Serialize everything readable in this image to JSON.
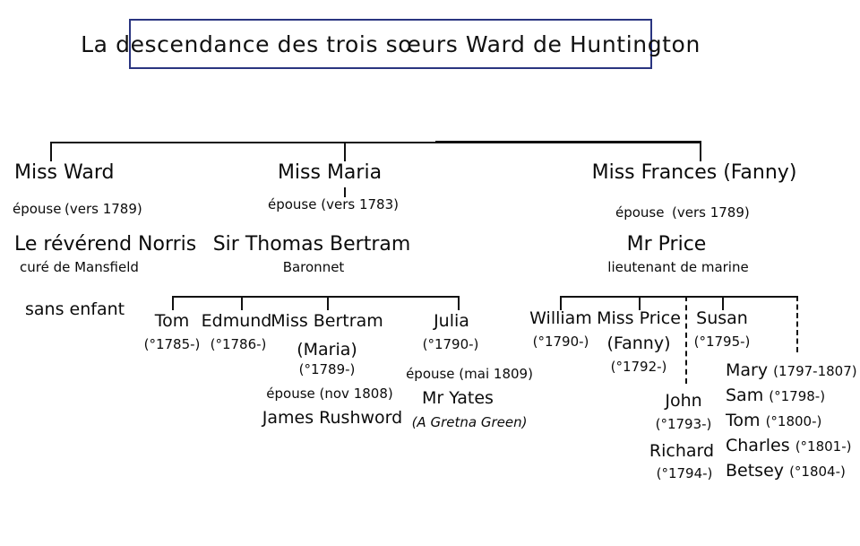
{
  "title": {
    "text": "La descendance des trois sœurs Ward de Huntington",
    "border_color": "#2a3580"
  },
  "branches": [
    {
      "id": "ward-norris",
      "sister": "Miss Ward",
      "marriage_word": "épouse",
      "marriage_date": "(vers 1789)",
      "spouse": "Le révérend Norris",
      "spouse_role": "curé de Mansfield",
      "children_note": "sans enfant",
      "children": []
    },
    {
      "id": "maria-bertram",
      "sister": "Miss   Maria",
      "marriage_word": "épouse",
      "marriage_date": "(vers 1783)",
      "spouse": "Sir Thomas Bertram",
      "spouse_role": "Baronnet",
      "children": [
        {
          "name": "Tom",
          "dates": "(°1785-)"
        },
        {
          "name": "Edmund",
          "dates": "(°1786-)"
        },
        {
          "name": "Miss Bertram",
          "alias": "(Maria)",
          "dates": "(°1789-)",
          "marriage": "épouse (nov 1808)",
          "spouse": "James Rushword"
        },
        {
          "name": "Julia",
          "dates": "(°1790-)",
          "marriage": "épouse  (mai 1809)",
          "spouse": "Mr Yates",
          "note": "(A Gretna Green)"
        }
      ]
    },
    {
      "id": "frances-price",
      "sister": "Miss Frances (Fanny)",
      "marriage_word": "épouse",
      "marriage_date": "(vers 1789)",
      "spouse": "Mr Price",
      "spouse_role": "lieutenant de marine",
      "children": [
        {
          "name": "William",
          "dates": "(°1790-)"
        },
        {
          "name": "Miss Price",
          "alias": "(Fanny)",
          "dates": "(°1792-)"
        },
        {
          "name": "Susan",
          "dates": "(°1795-)"
        }
      ],
      "children_column": [
        {
          "name": "John",
          "dates": "(°1793-)"
        },
        {
          "name": "Richard",
          "dates": "(°1794-)"
        }
      ],
      "children_list": [
        {
          "name": "Mary",
          "dates": "(1797-1807)"
        },
        {
          "name": "Sam",
          "dates": "(°1798-)"
        },
        {
          "name": "Tom",
          "dates": "(°1800-)"
        },
        {
          "name": "Charles",
          "dates": "(°1801-)"
        },
        {
          "name": "Betsey",
          "dates": "(°1804-)"
        }
      ]
    }
  ]
}
